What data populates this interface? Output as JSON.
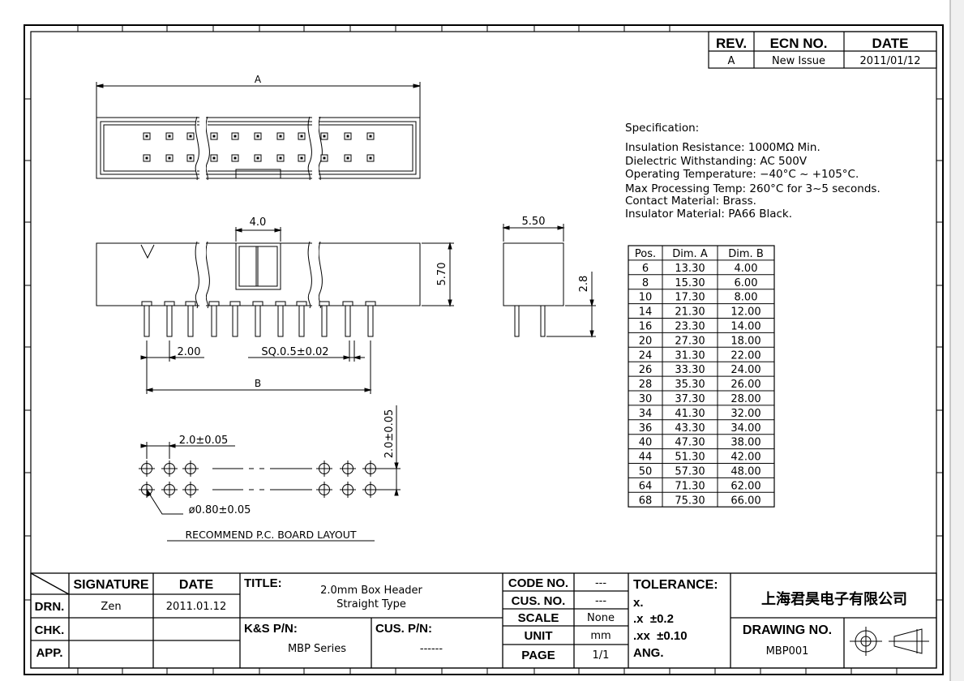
{
  "revision_block": {
    "headers": [
      "REV.",
      "ECN NO.",
      "DATE"
    ],
    "row": [
      "A",
      "New Issue",
      "2011/01/12"
    ]
  },
  "specification": {
    "heading": "Specification:",
    "lines": [
      "Insulation Resistance: 1000MΩ Min.",
      "Dielectric Withstanding: AC 500V",
      "Operating Temperature: −40°C ~ +105°C.",
      "Max Processing Temp: 260°C for 3~5 seconds.",
      "Contact Material: Brass.",
      "Insulator Material: PA66 Black."
    ]
  },
  "dimension_table": {
    "headers": [
      "Pos.",
      "Dim. A",
      "Dim. B"
    ],
    "rows": [
      [
        "6",
        "13.30",
        "4.00"
      ],
      [
        "8",
        "15.30",
        "6.00"
      ],
      [
        "10",
        "17.30",
        "8.00"
      ],
      [
        "14",
        "21.30",
        "12.00"
      ],
      [
        "16",
        "23.30",
        "14.00"
      ],
      [
        "20",
        "27.30",
        "18.00"
      ],
      [
        "24",
        "31.30",
        "22.00"
      ],
      [
        "26",
        "33.30",
        "24.00"
      ],
      [
        "28",
        "35.30",
        "26.00"
      ],
      [
        "30",
        "37.30",
        "28.00"
      ],
      [
        "34",
        "41.30",
        "32.00"
      ],
      [
        "36",
        "43.30",
        "34.00"
      ],
      [
        "40",
        "47.30",
        "38.00"
      ],
      [
        "44",
        "51.30",
        "42.00"
      ],
      [
        "50",
        "57.30",
        "48.00"
      ],
      [
        "64",
        "71.30",
        "62.00"
      ],
      [
        "68",
        "75.30",
        "66.00"
      ]
    ]
  },
  "dimensions": {
    "top_width": "A",
    "front_width": "B",
    "latch_width": "4.0",
    "pin_pitch": "2.00",
    "pin_square": "SQ.0.5±0.02",
    "body_height": "5.70",
    "side_width": "5.50",
    "pin_length": "2.8",
    "board_pitch_x": "2.0±0.05",
    "board_pitch_y": "2.0±0.05",
    "hole_diameter": "ø0.80±0.05",
    "board_layout_caption": "RECOMMEND P.C. BOARD LAYOUT"
  },
  "title_block": {
    "signature_header": "SIGNATURE",
    "date_header": "DATE",
    "drn_label": "DRN.",
    "chk_label": "CHK.",
    "app_label": "APP.",
    "drn_signature": "Zen",
    "drn_date": "2011.01.12",
    "title_label": "TITLE:",
    "title_line1": "2.0mm Box Header",
    "title_line2": "Straight Type",
    "ks_pn_label": "K&S P/N:",
    "ks_pn_value": "MBP Series",
    "cus_pn_label": "CUS. P/N:",
    "cus_pn_value": "------",
    "code_no_label": "CODE NO.",
    "code_no_value": "---",
    "cus_no_label": "CUS. NO.",
    "cus_no_value": "---",
    "scale_label": "SCALE",
    "scale_value": "None",
    "unit_label": "UNIT",
    "unit_value": "mm",
    "page_label": "PAGE",
    "page_value": "1/1",
    "tolerance_label": "TOLERANCE:",
    "tol_x": "x.",
    "tol_x1": ".x  ±0.2",
    "tol_x2": ".xx  ±0.10",
    "tol_ang": "ANG.",
    "company": "上海君昊电子有限公司",
    "drawing_no_label": "DRAWING NO.",
    "drawing_no_value": "MBP001"
  }
}
